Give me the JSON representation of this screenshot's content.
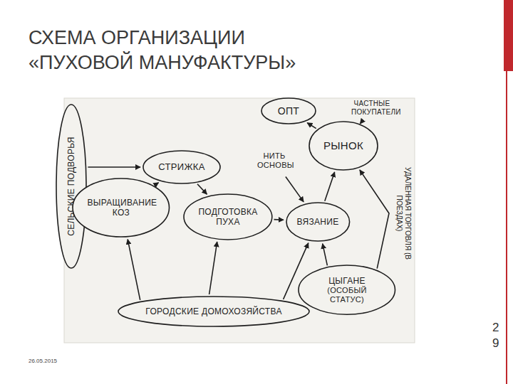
{
  "diagram": {
    "title": "СХЕМА ОРГАНИЗАЦИИ «ПУХОВОЙ МАНУФАКТУРЫ»",
    "nodes": [
      {
        "text": [
          "ОПТ"
        ]
      },
      {
        "text": [
          "ЧАСТНЫЕ ПОКУПАТЕЛИ"
        ]
      },
      {
        "text": [
          "СЕЛЬСКИЕ ПОДВОРЬЯ"
        ]
      },
      {
        "text": [
          "СТРИЖКА"
        ]
      },
      {
        "text": [
          "НИТЬ ОСНОВЫ"
        ]
      },
      {
        "text": [
          "РЫНОК"
        ]
      },
      {
        "text": [
          "ВЫРАЩИВАНИЕ КОЗ"
        ]
      },
      {
        "text": [
          "ПОДГОТОВКА ПУХА"
        ]
      },
      {
        "text": [
          "ВЯЗАНИЕ"
        ]
      },
      {
        "text": [
          "ЦЫГАНЕ",
          "(ОСОБЫЙ СТАТУС)"
        ]
      },
      {
        "text": [
          "ГОРОДСКИЕ ДОМОХОЗЯЙСТВА"
        ]
      }
    ],
    "edges": [
      {
        "from": 2,
        "to": 3,
        "arrow": "to"
      },
      {
        "from": 2,
        "to": 6,
        "arrow": "to"
      },
      {
        "from": 6,
        "to": 3,
        "arrow": "to"
      },
      {
        "from": 3,
        "to": 7,
        "arrow": "to"
      },
      {
        "from": 7,
        "to": 8,
        "arrow": "to"
      },
      {
        "from": 4,
        "to": 8,
        "arrow": "to"
      },
      {
        "from": 8,
        "to": 5,
        "arrow": "to"
      },
      {
        "from": 5,
        "to": 0,
        "arrow": "to"
      },
      {
        "from": 5,
        "to": 1,
        "arrow": "to"
      },
      {
        "from": 9,
        "to": 5,
        "label": "УДАЛЕННАЯ ТОРГОВЛЯ (В ПОЕЗДАХ)",
        "arrow": "to"
      },
      {
        "from": 9,
        "to": 8,
        "arrow": "to"
      },
      {
        "from": 10,
        "to": 6,
        "arrow": "to"
      },
      {
        "from": 10,
        "to": 7,
        "arrow": "to"
      },
      {
        "from": 10,
        "to": 8,
        "arrow": "to"
      }
    ],
    "labels": [
      "26.05.2015",
      "29"
    ]
  }
}
